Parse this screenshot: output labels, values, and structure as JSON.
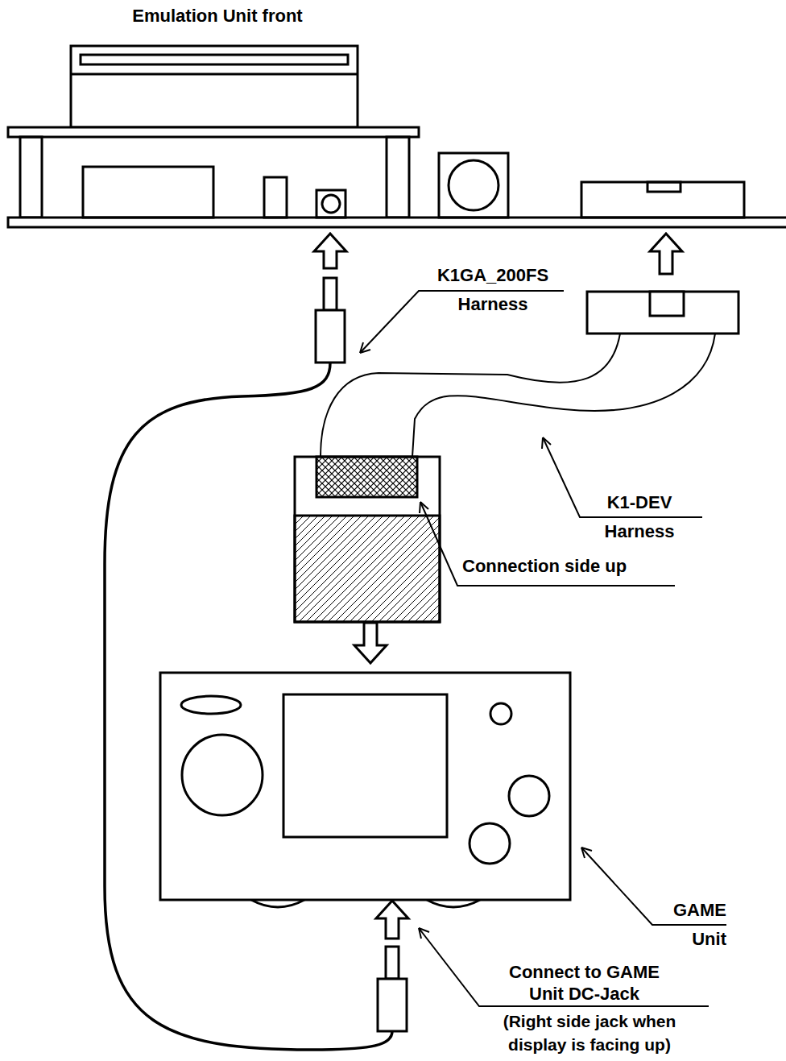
{
  "diagram": {
    "nodes": [
      {
        "text": [
          "Emulation Unit front"
        ]
      }
    ],
    "labels": [
      "K1GA_200FS Harness",
      "K1-DEV Harness",
      "Connection side up",
      "GAME Unit",
      "Connect to GAME Unit DC-Jack",
      "(Right side jack when display is facing up)"
    ]
  }
}
